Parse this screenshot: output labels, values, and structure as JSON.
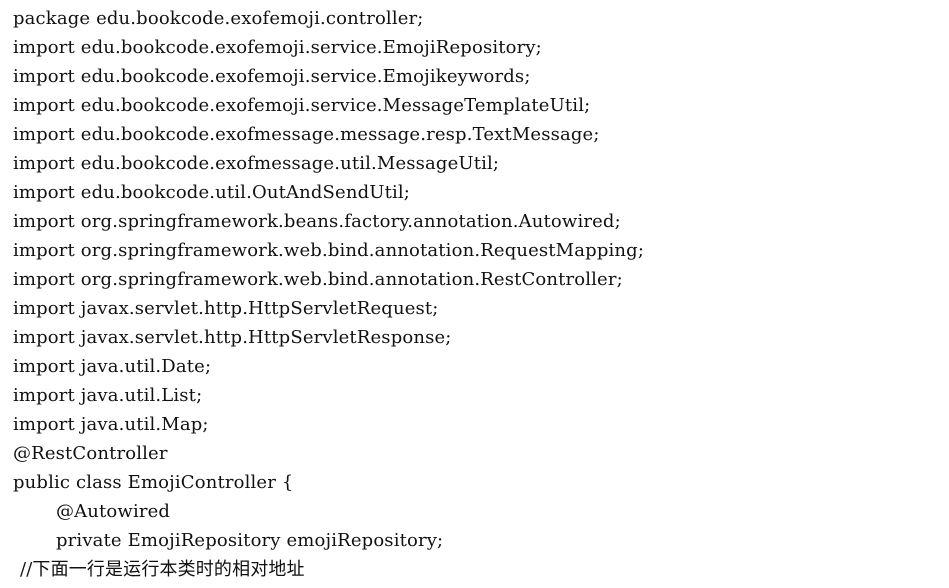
{
  "code": {
    "lines": [
      "package edu.bookcode.exofemoji.controller;",
      "import edu.bookcode.exofemoji.service.EmojiRepository;",
      "import edu.bookcode.exofemoji.service.Emojikeywords;",
      "import edu.bookcode.exofemoji.service.MessageTemplateUtil;",
      "import edu.bookcode.exofmessage.message.resp.TextMessage;",
      "import edu.bookcode.exofmessage.util.MessageUtil;",
      "import edu.bookcode.util.OutAndSendUtil;",
      "import org.springframework.beans.factory.annotation.Autowired;",
      "import org.springframework.web.bind.annotation.RequestMapping;",
      "import org.springframework.web.bind.annotation.RestController;",
      "import javax.servlet.http.HttpServletRequest;",
      "import javax.servlet.http.HttpServletResponse;",
      "import java.util.Date;",
      "import java.util.List;",
      "import java.util.Map;",
      "@RestController",
      "public class EmojiController {",
      "@Autowired",
      "private EmojiRepository emojiRepository;",
      "//下面一行是运行本类时的相对地址"
    ]
  }
}
